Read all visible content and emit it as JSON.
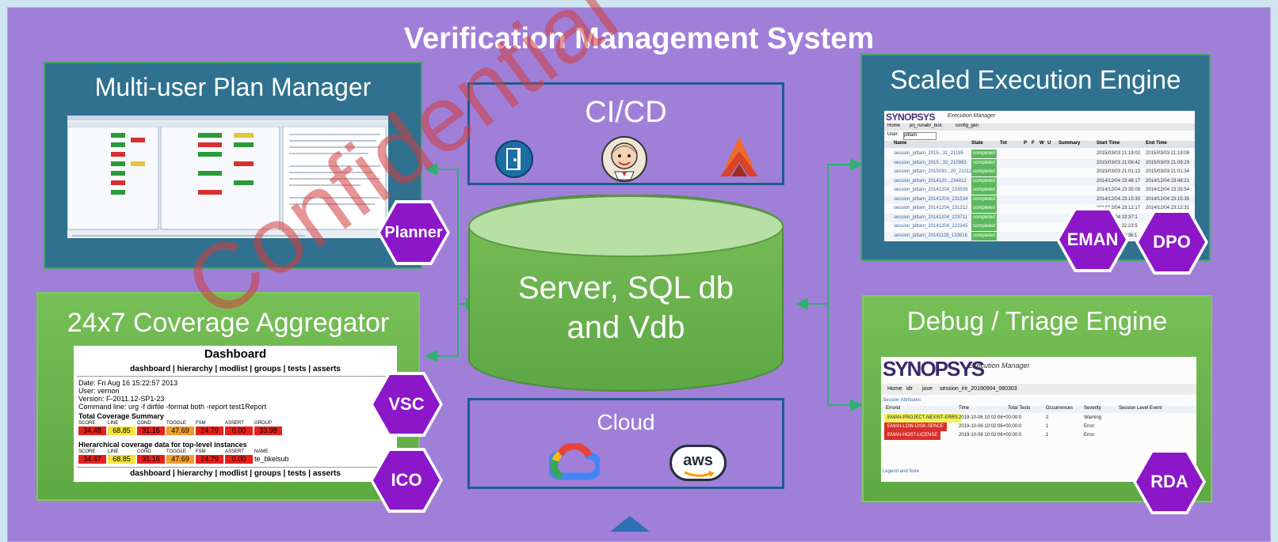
{
  "title": "Verification Management System",
  "panels": {
    "plan_manager": {
      "title": "Multi-user Plan Manager",
      "badge": "Planner"
    },
    "coverage": {
      "title": "24x7 Coverage Aggregator",
      "badges": [
        "VSC",
        "ICO"
      ],
      "dashboard": {
        "heading": "Dashboard",
        "nav": "dashboard | hierarchy | modlist | groups | tests | asserts",
        "meta": [
          "Date: Fri Aug 16 15:22:57 2013",
          "User: vernon",
          "Version: F-2011.12-SP1-23",
          "Command line: urg -f dirfile -format both -report test1Report"
        ],
        "summary_title": "Total Coverage Summary",
        "columns": [
          "SCORE",
          "LINE",
          "COND",
          "TOGGLE",
          "FSM",
          "ASSERT",
          "GROUP"
        ],
        "summary_values": [
          "34.48",
          "68.85",
          "31.16",
          "47.69",
          "24.79",
          "0.00",
          "33.98"
        ],
        "hier_title": "Hierarchical coverage data for top-level instances",
        "hier_columns": [
          "SCORE",
          "LINE",
          "COND",
          "TOGGLE",
          "FSM",
          "ASSERT",
          "NAME"
        ],
        "hier_values": [
          "34.47",
          "68.85",
          "31.16",
          "47.69",
          "24.79",
          "0.00"
        ],
        "hier_name": "te_bkelsub",
        "footer_nav": "dashboard | hierarchy | modlist | groups | tests | asserts"
      }
    },
    "execution": {
      "title": "Scaled Execution Engine",
      "badges": [
        "EMAN",
        "DPO"
      ],
      "brand": "SYNOPSYS",
      "app": "Execution Manager",
      "tabs": [
        "Home",
        "prj_runabr_test",
        "config_gen"
      ],
      "user_label": "User:",
      "user_value": "pittam",
      "columns": [
        "Name",
        "State",
        "Tot",
        "P",
        "F",
        "W",
        "U",
        "Summary",
        "Start Time",
        "End Time"
      ],
      "rows": [
        {
          "name": "session_pittam_2015...31_21195",
          "state": "completed",
          "start": "2015/03/03 21:19:02",
          "end": "2015/03/03 21:19:09"
        },
        {
          "name": "session_pittam_2015...32_210983",
          "state": "completed",
          "start": "2015/03/03 21:08:42",
          "end": "2015/03/03 21:09:29"
        },
        {
          "name": "session_pittam_2015030...20_21012",
          "state": "completed",
          "start": "2015/03/03 21:01:13",
          "end": "2015/03/03 21:01:34"
        },
        {
          "name": "session_pittam_2014120...234812",
          "state": "completed",
          "start": "2014/12/04 23:48:17",
          "end": "2014/12/04 23:48:21"
        },
        {
          "name": "session_pittam_20141204_233509",
          "state": "completed",
          "start": "2014/12/04 23:35:09",
          "end": "2014/12/04 23:35:54"
        },
        {
          "name": "session_pittam_20141204_231534",
          "state": "completed",
          "start": "2014/12/04 23:15:35",
          "end": "2014/12/04 23:15:35"
        },
        {
          "name": "session_pittam_20141204_231212",
          "state": "completed",
          "start": "2014/12/04 23:12:17",
          "end": "2014/12/04 23:12:31"
        },
        {
          "name": "session_pittam_20141204_223711",
          "state": "completed",
          "start": "2014/12/04 22:37:1",
          "end": ""
        },
        {
          "name": "session_pittam_20141204_222345",
          "state": "completed",
          "start": "2014/12/04 22:23:5",
          "end": ""
        },
        {
          "name": "session_pittam_20141128_133616",
          "state": "completed",
          "start": "2014/11/28 13:36:1",
          "end": ""
        }
      ]
    },
    "debug": {
      "title": "Debug / Triage Engine",
      "badge": "RDA",
      "brand": "SYNOPSYS",
      "app": "Execution Manager",
      "crumbs": [
        "Home",
        "idr",
        "jove",
        "session_irir_20190904_060303"
      ],
      "section": "Session Attributes",
      "columns": [
        "Errorid",
        "Time",
        "Total Tests",
        "Occurrences",
        "Severity",
        "Session Level Event"
      ],
      "rows": [
        {
          "id": "EMAN-PROJECT-NEXIST-ERRS",
          "time": "2019-10-06 10:02:06+00:00:0",
          "tests": "2",
          "sev": "Warning",
          "color": "#f3f35a"
        },
        {
          "id": "EMAN-LOW-DISK-SPACE",
          "time": "2019-10-06 10:02:06+00:00:0",
          "tests": "1",
          "sev": "Error",
          "color": "#d9302c"
        },
        {
          "id": "EMAN-HOST-LICENSE",
          "time": "2019-10-06 10:02:06+00:00:0",
          "tests": "1",
          "sev": "Error",
          "color": "#d9302c"
        }
      ],
      "footer": "Legend and Note"
    }
  },
  "cicd": {
    "title": "CI/CD"
  },
  "server": {
    "line1": "Server, SQL db",
    "line2": "and Vdb"
  },
  "cloud": {
    "title": "Cloud",
    "aws": "aws"
  },
  "watermark": "Confidential - Do Not Distribute",
  "colors": {
    "background": "#a07fd9",
    "blue_panel": "#2f718f",
    "green_panel": "#6ab44c",
    "hex": "#8c17c9",
    "connector": "#2fb070"
  }
}
